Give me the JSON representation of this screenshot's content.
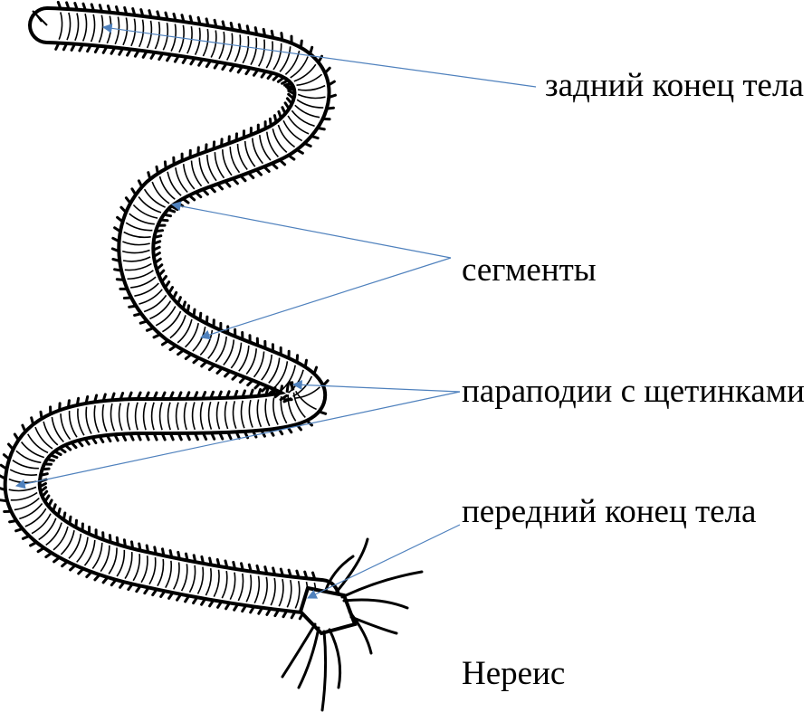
{
  "labels": {
    "back_end": "задний конец тела",
    "segments": "сегменты",
    "parapodia": "параподии с щетинками",
    "front_end": "передний конец тела",
    "title": "Нереис"
  },
  "colors": {
    "pointer": "#4f81bd",
    "outline": "#000000",
    "body_fill": "#ffffff"
  }
}
